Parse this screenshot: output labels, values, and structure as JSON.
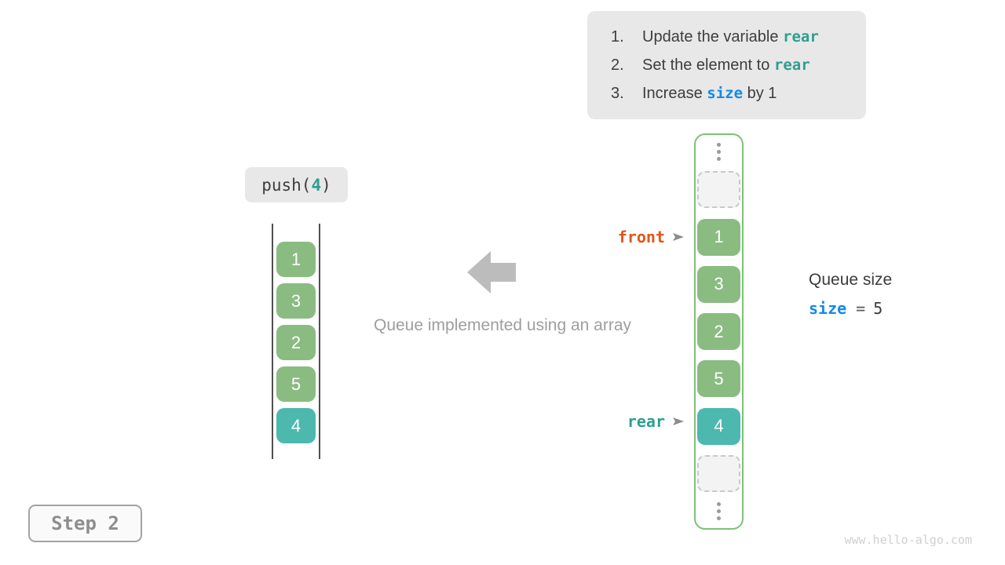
{
  "colors": {
    "cell_green": "#8abc82",
    "cell_teal": "#4db8ae",
    "code_teal": "#2e9e8e",
    "code_blue": "#1589e8",
    "code_orange": "#e25617",
    "note_background": "#e8e8e8",
    "queue_border_green": "#7dc177",
    "gray_arrow": "#bcbcbc"
  },
  "note": {
    "items": [
      {
        "num": "1.",
        "before": "Update the variable ",
        "code": "rear",
        "after": ""
      },
      {
        "num": "2.",
        "before": "Set the element to ",
        "code": "rear",
        "after": ""
      },
      {
        "num": "3.",
        "before": "Increase ",
        "code": "size",
        "after": " by 1"
      }
    ]
  },
  "push_label": {
    "func": "push(",
    "arg": "4",
    "close": ")"
  },
  "left_array": {
    "cells": [
      "1",
      "3",
      "2",
      "5",
      "4"
    ]
  },
  "right_array": {
    "cells": [
      "1",
      "3",
      "2",
      "5",
      "4"
    ]
  },
  "pointers": {
    "front": "front",
    "rear": "rear"
  },
  "icons": {
    "pointer_arrow": "triangle-right-arrow",
    "big_arrow": "left-block-arrow",
    "ellipsis": "vertical-dots"
  },
  "caption": "Queue implemented using an array",
  "queue_size": {
    "title": "Queue size",
    "var": "size",
    "eq": "=",
    "value": "5"
  },
  "step_badge": "Step 2",
  "watermark": "www.hello-algo.com"
}
